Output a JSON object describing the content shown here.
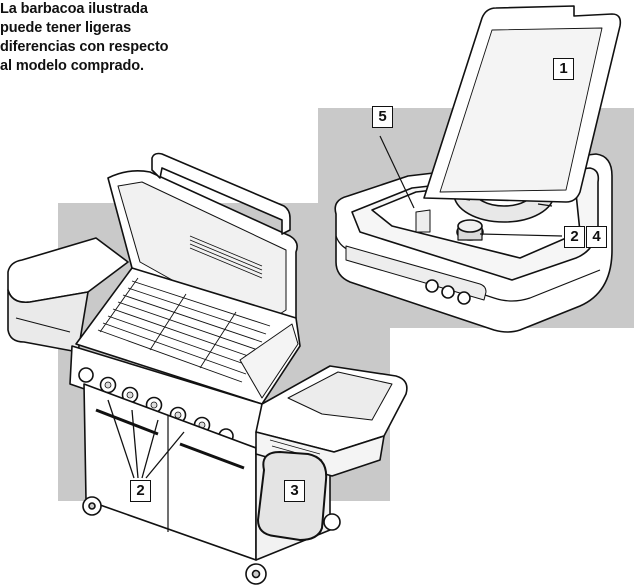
{
  "note": {
    "lines": [
      "La barbacoa ilustrada",
      "puede tener ligeras",
      "diferencias con respecto",
      "al modelo comprado."
    ]
  },
  "callouts": {
    "c1": "1",
    "c5": "5",
    "c2a": "2",
    "c4": "4",
    "c3": "3",
    "c2b": "2"
  },
  "colors": {
    "background_panel": "#c8c8c8",
    "ink": "#111111",
    "paper": "#ffffff"
  }
}
